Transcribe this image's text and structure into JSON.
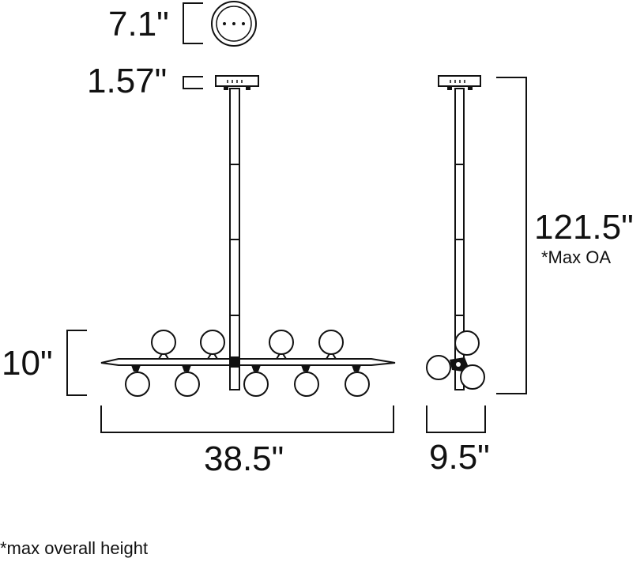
{
  "dimensions": {
    "canopy_diameter": "7.1\"",
    "canopy_height": "1.57\"",
    "fixture_height": "10\"",
    "width": "38.5\"",
    "depth": "9.5\"",
    "overall_height": "121.5\"",
    "overall_height_note": "*Max OA"
  },
  "footnote": "*max overall height"
}
